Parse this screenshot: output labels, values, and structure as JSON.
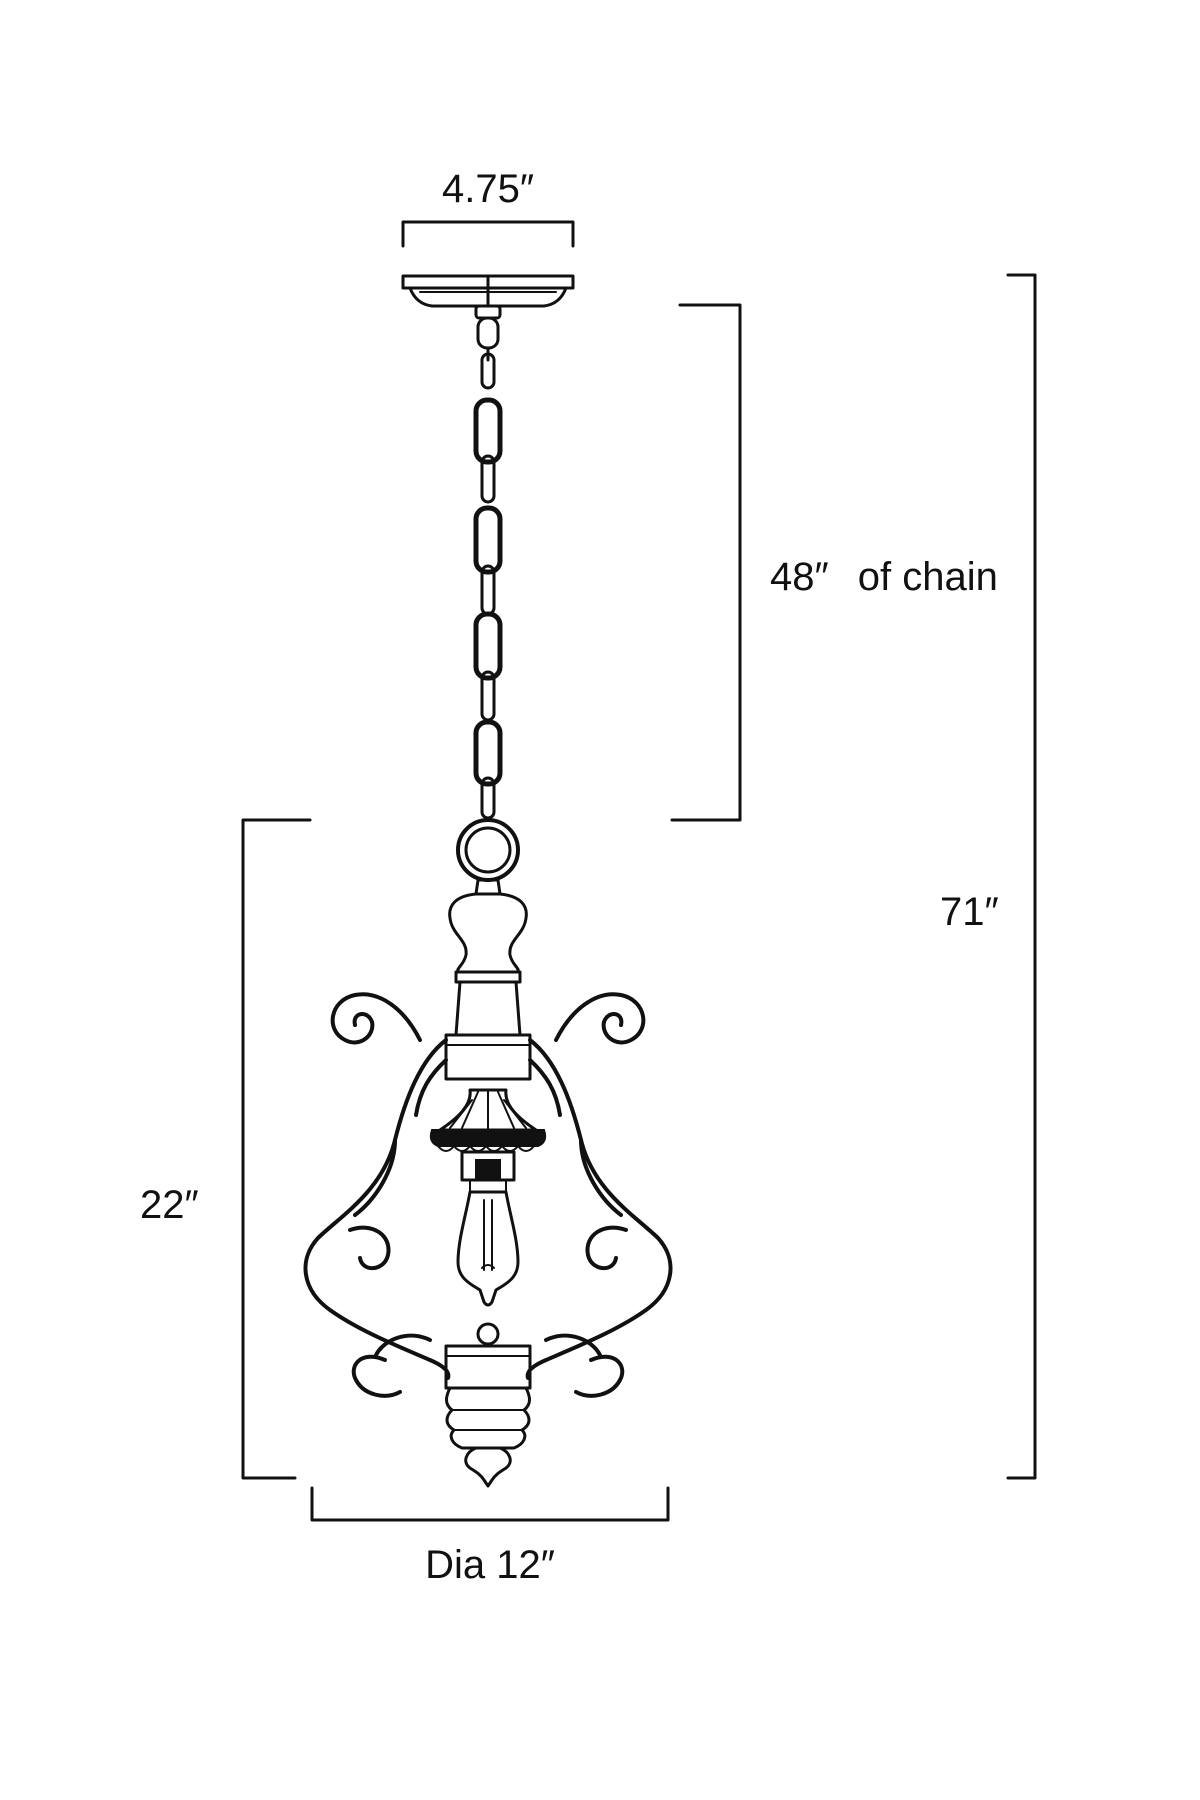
{
  "dimensions": {
    "canopy_width": "4.75″",
    "chain_length": "48″",
    "chain_label_suffix": "of chain",
    "body_height": "22″",
    "overall_height": "71″",
    "diameter": "Dia  12″"
  },
  "colors": {
    "ink": "#111111",
    "background": "#ffffff"
  },
  "icons": {
    "fixture": "pendant-lantern-illustration"
  }
}
